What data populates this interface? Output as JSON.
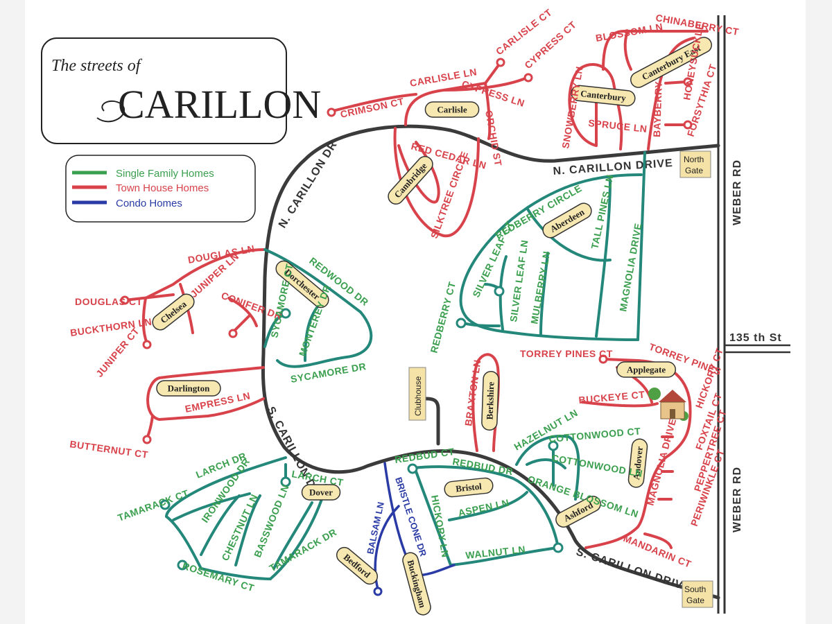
{
  "logo": {
    "top": "The streets of",
    "main": "CARILLON"
  },
  "legend": [
    {
      "label": "Single Family Homes",
      "color": "#3a9f4e"
    },
    {
      "label": "Town House Homes",
      "color": "#d8424a"
    },
    {
      "label": "Condo Homes",
      "color": "#2a3ba5"
    }
  ],
  "colors": {
    "single_family": "#3a9f4e",
    "town_house": "#d8424a",
    "condo": "#2a3ba5",
    "main_road": "#3b3b3b",
    "tag_fill": "#f7e7b0",
    "gate_fill": "#f5e2a6"
  },
  "main_roads": {
    "n_carillon_dr": "N. CARILLON DR",
    "n_carillon_drive": "N. CARILLON DRIVE",
    "s_carillon_dr": "S. CARILLON DR",
    "s_carillon_drive": "S. CARILLON DRIVE",
    "weber_rd_top": "WEBER RD",
    "weber_rd_bottom": "WEBER RD",
    "st_135": "135 th St"
  },
  "gates": {
    "north": [
      "North",
      "Gate"
    ],
    "south": [
      "South",
      "Gate"
    ],
    "clubhouse": "Clubhouse"
  },
  "neighborhoods": {
    "carlisle": "Carlisle",
    "canterbury": "Canterbury",
    "canterbury_east": "Canterbury East",
    "cambridge": "Cambridge",
    "aberdeen": "Aberdeen",
    "dorchester": "Dorchester",
    "chelsea": "Chelsea",
    "darlington": "Darlington",
    "applegate": "Applegate",
    "berkshire": "Berkshire",
    "bristol": "Bristol",
    "ashford": "Ashford",
    "andover": "Andover",
    "dover": "Dover",
    "bedford": "Bedford",
    "buckingham": "Buckingham"
  },
  "streets": {
    "crimson_ct": "CRIMSON CT",
    "carlisle_ln": "CARLISLE LN",
    "carlisle_ct": "CARLISLE CT",
    "cypress_ct": "CYPRESS CT",
    "cypress_ln": "CYPRESS LN",
    "orchid_st": "ORCHID ST",
    "red_cedar_ln": "RED CEDAR LN",
    "silktree_circle": "SILKTREE CIRCLE",
    "blossom_ln": "BLOSSOM LN",
    "chinaberry_ct": "CHINABERRY CT",
    "honeysuckle": "HONEYSUCKLE",
    "forsythia_ct": "FORSYTHIA CT",
    "bayberry": "BAYBERRY",
    "snowberry_ln": "SNOWBERRY LN",
    "spruce_ln": "SPRUCE LN",
    "redberry_circle": "REDBERRY CIRCLE",
    "tall_pines_ln": "TALL PINES LN",
    "magnolia_drive_n": "MAGNOLIA DRIVE",
    "silver_leaf_ct": "SILVER LEAF CT",
    "silver_leaf_ln": "SILVER LEAF LN",
    "mulberry_ln": "MULBERRY LN",
    "redberry_ct": "REDBERRY CT",
    "torrey_pines_ct": "TORREY PINES CT",
    "torrey_pines": "TORREY PINES",
    "hickory_ct": "HICKORY CT",
    "buckeye_ct": "BUCKEYE CT",
    "foxtail_ct": "FOXTAIL CT",
    "peppertree_ct": "PEPPERTREE CT",
    "periwinkle_ct": "PERIWINKLE CT",
    "magnolia_drive_s": "MAGNOLIA DRIVE",
    "mandarin_ct": "MANDARIN CT",
    "douglas_ln": "DOUGLAS LN",
    "douglas_ct": "DOUGLAS CT",
    "juniper_ln": "JUNIPER LN",
    "juniper_ct": "JUNIPER CT",
    "conifer_dr": "CONIFER DR",
    "buckthorn_ln": "BUCKTHORN LN",
    "empress_ln": "EMPRESS LN",
    "butternut_ct": "BUTTERNUT CT",
    "redwood_dr": "REDWOOD DR",
    "sycamore_ct": "SYCAMORE CT",
    "monterey_dr": "MONTEREY DR",
    "sycamore_dr": "SYCAMORE DR",
    "braxton_ln": "BRAXTON LN",
    "hazelnut_ln": "HAZELNUT LN",
    "cottonwood_ct": "COTTONWOOD CT",
    "cottonwood_ln": "COTTONWOOD LN",
    "orange_blossom_ln": "ORANGE BLOSSOM LN",
    "redbud_ct": "REDBUD CT",
    "redbud_dr": "REDBUD DR",
    "aspen_ln": "ASPEN LN",
    "hickory_ln": "HICKORY LN",
    "walnut_ln": "WALNUT LN",
    "bristle_cone_dr": "BRISTLE CONE DR",
    "balsam_ln": "BALSAM LN",
    "larch_dr": "LARCH DR",
    "larch_ct": "LARCH CT",
    "ironwood_dr": "IRONWOOD DR",
    "chestnut_ln": "CHESTNUT LN",
    "basswood_ln": "BASSWOOD LN",
    "tamarack_dr": "TAMARACK DR",
    "tamarack_ct": "TAMARACK CT",
    "rosemary_ct": "ROSEMARY CT"
  }
}
